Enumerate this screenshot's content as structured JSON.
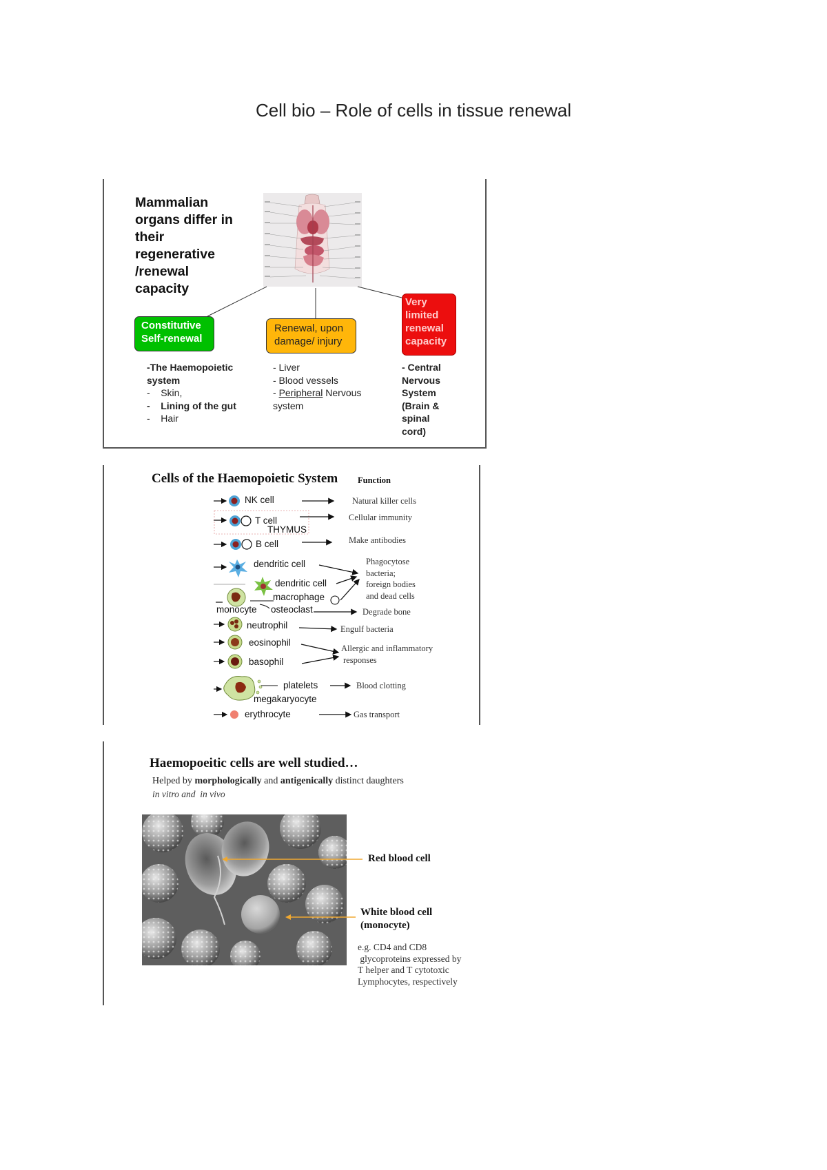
{
  "page_title": "Cell bio – Role of cells in tissue renewal",
  "slide1": {
    "heading_lines": [
      "Mammalian",
      "organs differ in",
      "their",
      "regenerative",
      "/renewal",
      "capacity"
    ],
    "colors": {
      "green": "#00c000",
      "orange": "#ffb60a",
      "red": "#ec0e0e"
    },
    "green_box": [
      "Constitutive",
      "Self-renewal"
    ],
    "orange_box": [
      "Renewal, upon",
      "damage/ injury"
    ],
    "red_box": [
      "Very",
      "limited",
      "renewal",
      "capacity"
    ],
    "green_list": [
      "-The Haemopoietic",
      "system",
      "-    Skin,",
      "-    Lining of the gut",
      "-    Hair"
    ],
    "orange_list": [
      "- Liver",
      "- Blood vessels",
      "- ",
      "Peripheral",
      " Nervous",
      "system"
    ],
    "red_list": [
      "- Central",
      "Nervous",
      "System",
      "(Brain &",
      "spinal",
      "cord)"
    ]
  },
  "slide2": {
    "title": "Cells of the Haemopoietic System",
    "function_header": "Function",
    "cells": {
      "nk": "NK cell",
      "t": "T cell",
      "thymus": "THYMUS",
      "b": "B cell",
      "dendritic1": "dendritic cell",
      "dendritic2": "dendritic cell",
      "macrophage": "macrophage",
      "monocyte": "monocyte",
      "osteoclast": "osteoclast",
      "neutrophil": "neutrophil",
      "eosinophil": "eosinophil",
      "basophil": "basophil",
      "platelets": "platelets",
      "megakaryocyte": "megakaryocyte",
      "erythrocyte": "erythrocyte"
    },
    "functions": {
      "nk": "Natural killer cells",
      "t": "Cellular immunity",
      "b": "Make antibodies",
      "phago": [
        "Phagocytose",
        "bacteria;",
        "foreign bodies",
        "and dead cells"
      ],
      "bone": "Degrade bone",
      "engulf": "Engulf bacteria",
      "allergic": [
        "Allergic and inflammatory",
        "responses"
      ],
      "clotting": "Blood clotting",
      "gas": "Gas transport"
    }
  },
  "slide3": {
    "title": "Haemopoeitic cells are well studied…",
    "subtitle_parts": [
      "Helped by ",
      "morphologically",
      " and ",
      "antigenically",
      " distinct daughters"
    ],
    "subtitle2": "in vitro and  in vivo",
    "label_rbc": "Red blood cell",
    "label_wbc": [
      "White blood cell",
      "(monocyte)"
    ],
    "note": [
      "e.g. CD4 and CD8",
      " glycoproteins expressed by",
      "T helper and T cytotoxic",
      "Lymphocytes, respectively"
    ]
  }
}
